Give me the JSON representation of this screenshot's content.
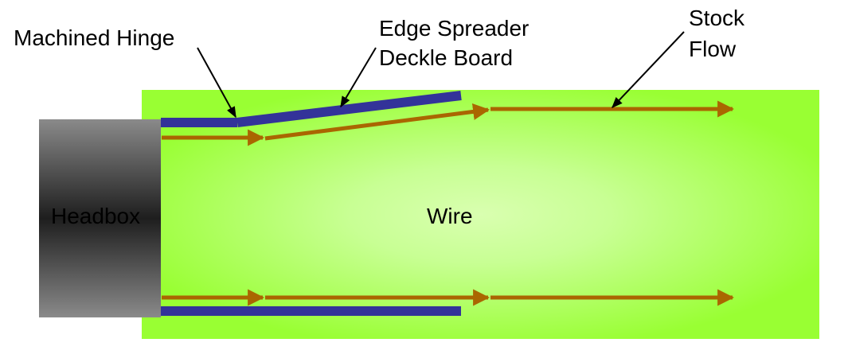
{
  "labels": {
    "machined_hinge": "Machined Hinge",
    "edge_spreader_line1": "Edge Spreader",
    "edge_spreader_line2": "Deckle Board",
    "stock_flow_line1": "Stock",
    "stock_flow_line2": "Flow",
    "headbox": "Headbox",
    "wire": "Wire"
  },
  "colors": {
    "wire_center": "#d9ffb0",
    "wire_edge": "#99ff33",
    "headbox_light": "#8a8a8a",
    "headbox_dark": "#1e1e1e",
    "deckle_board": "#333399",
    "flow_arrow": "#aa6600",
    "leader_line": "#000000"
  }
}
